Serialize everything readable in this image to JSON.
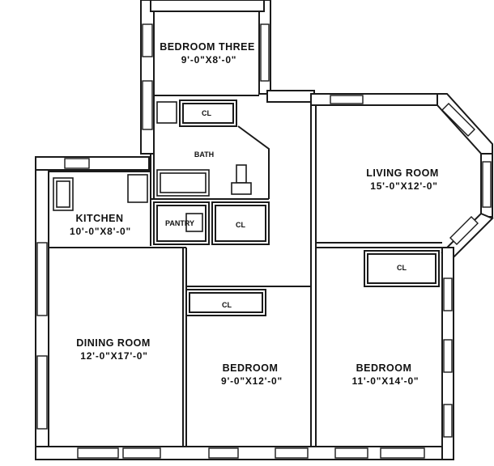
{
  "rooms": {
    "bedroom_three": {
      "name": "BEDROOM THREE",
      "size": "9'-0\"X8'-0\""
    },
    "living_room": {
      "name": "LIVING ROOM",
      "size": "15'-0\"X12'-0\""
    },
    "kitchen": {
      "name": "KITCHEN",
      "size": "10'-0\"X8'-0\""
    },
    "dining_room": {
      "name": "DINING ROOM",
      "size": "12'-0\"X17'-0\""
    },
    "bedroom_middle": {
      "name": "BEDROOM",
      "size": "9'-0\"X12'-0\""
    },
    "bedroom_right": {
      "name": "BEDROOM",
      "size": "11'-0\"X14'-0\""
    },
    "bath": {
      "name": "BATH"
    },
    "pantry": {
      "name": "PANTRY"
    }
  },
  "closets": {
    "bath_closet": "CL",
    "hall_closet": "CL",
    "bedroom_right_closet": "CL",
    "bedroom_middle_closet": "CL"
  }
}
